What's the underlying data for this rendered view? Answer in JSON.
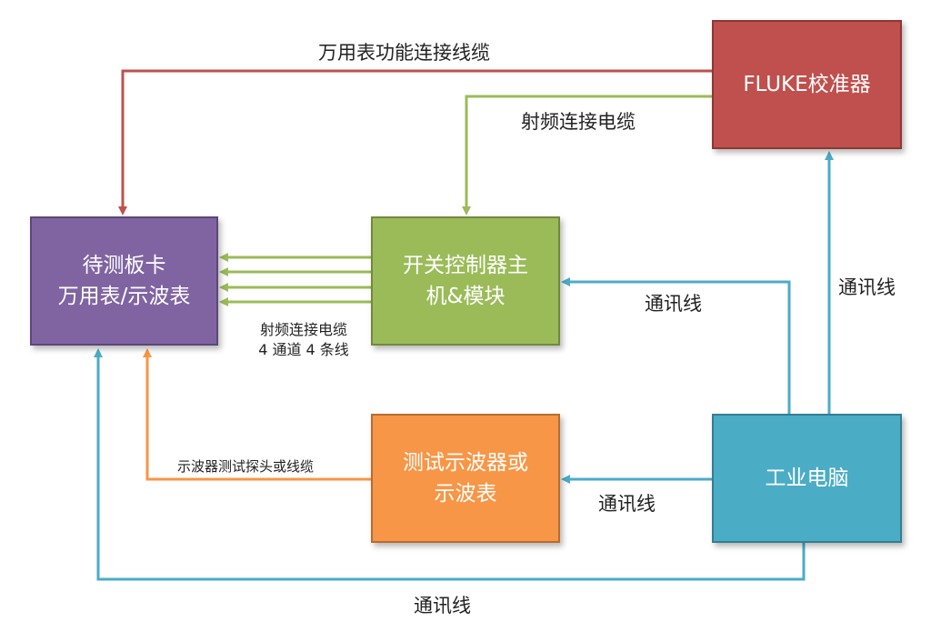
{
  "colors": {
    "fluke": "#c0504d",
    "fluke_border": "#8c3836",
    "dut": "#8064a2",
    "dut_border": "#5c4776",
    "switch": "#9bbb59",
    "switch_border": "#71893f",
    "scope": "#f79646",
    "scope_border": "#b66d31",
    "pc": "#4bacc6",
    "pc_border": "#357d91",
    "line_red": "#c0504d",
    "line_green": "#9bbb59",
    "line_orange": "#f79646",
    "line_blue": "#4bacc6"
  },
  "nodes": {
    "fluke": {
      "lines": [
        "FLUKE校准器"
      ]
    },
    "dut": {
      "lines": [
        "待测板卡",
        "万用表/示波表"
      ]
    },
    "switch": {
      "lines": [
        "开关控制器主",
        "机&模块"
      ]
    },
    "scope": {
      "lines": [
        "测试示波器或",
        "示波表"
      ]
    },
    "pc": {
      "lines": [
        "工业电脑"
      ]
    }
  },
  "edges": {
    "multimeter_cable": "万用表功能连接线缆",
    "rf_cable_top": "射频连接电缆",
    "rf_cable_4ch_line1": "射频连接电缆",
    "rf_cable_4ch_line2": "4 通道 4 条线",
    "comm_pc_switch": "通讯线",
    "comm_pc_fluke": "通讯线",
    "comm_pc_scope": "通讯线",
    "comm_pc_dut": "通讯线",
    "scope_probe": "示波器测试探头或线缆"
  }
}
